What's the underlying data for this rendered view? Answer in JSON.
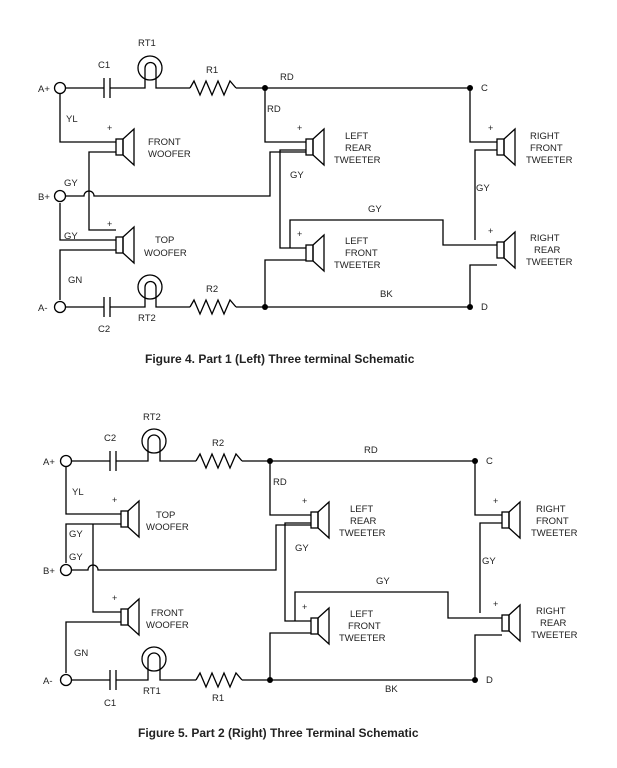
{
  "figure4": {
    "caption": "Figure 4.  Part 1 (Left) Three terminal Schematic",
    "terminals": {
      "a_plus": "A+",
      "b_plus": "B+",
      "a_minus": "A-",
      "c": "C",
      "d": "D"
    },
    "components": {
      "cap_top": "C1",
      "rt_top": "RT1",
      "res_top": "R1",
      "cap_bottom": "C2",
      "rt_bottom": "RT2",
      "res_bottom": "R2"
    },
    "wires": {
      "rd_top": "RD",
      "rd_vertical": "RD",
      "yl": "YL",
      "gy_b_upper": "GY",
      "gy_b_lower": "GY",
      "gn": "GN",
      "gy_left_rear": "GY",
      "gy_middle": "GY",
      "gy_right": "GY",
      "bk": "BK"
    },
    "speakers": {
      "s1": [
        "FRONT",
        "WOOFER"
      ],
      "s2": [
        "TOP",
        "WOOFER"
      ],
      "s3": [
        "LEFT",
        "REAR",
        "TWEETER"
      ],
      "s4": [
        "LEFT",
        "FRONT",
        "TWEETER"
      ],
      "s5": [
        "RIGHT",
        "FRONT",
        "TWEETER"
      ],
      "s6": [
        "RIGHT",
        "REAR",
        "TWEETER"
      ]
    }
  },
  "figure5": {
    "caption": "Figure 5.  Part 2 (Right) Three Terminal Schematic",
    "terminals": {
      "a_plus": "A+",
      "b_plus": "B+",
      "a_minus": "A-",
      "c": "C",
      "d": "D"
    },
    "components": {
      "cap_top": "C2",
      "rt_top": "RT2",
      "res_top": "R2",
      "cap_bottom": "C1",
      "rt_bottom": "RT1",
      "res_bottom": "R1"
    },
    "wires": {
      "rd_top": "RD",
      "rd_vertical": "RD",
      "yl": "YL",
      "gy_b_upper": "GY",
      "gy_b_lower": "GY",
      "gn": "GN",
      "gy_left_rear": "GY",
      "gy_middle": "GY",
      "gy_right": "GY",
      "bk": "BK"
    },
    "speakers": {
      "s1": [
        "TOP",
        "WOOFER"
      ],
      "s2": [
        "FRONT",
        "WOOFER"
      ],
      "s3": [
        "LEFT",
        "REAR",
        "TWEETER"
      ],
      "s4": [
        "LEFT",
        "FRONT",
        "TWEETER"
      ],
      "s5": [
        "RIGHT",
        "FRONT",
        "TWEETER"
      ],
      "s6": [
        "RIGHT",
        "REAR",
        "TWEETER"
      ]
    }
  }
}
